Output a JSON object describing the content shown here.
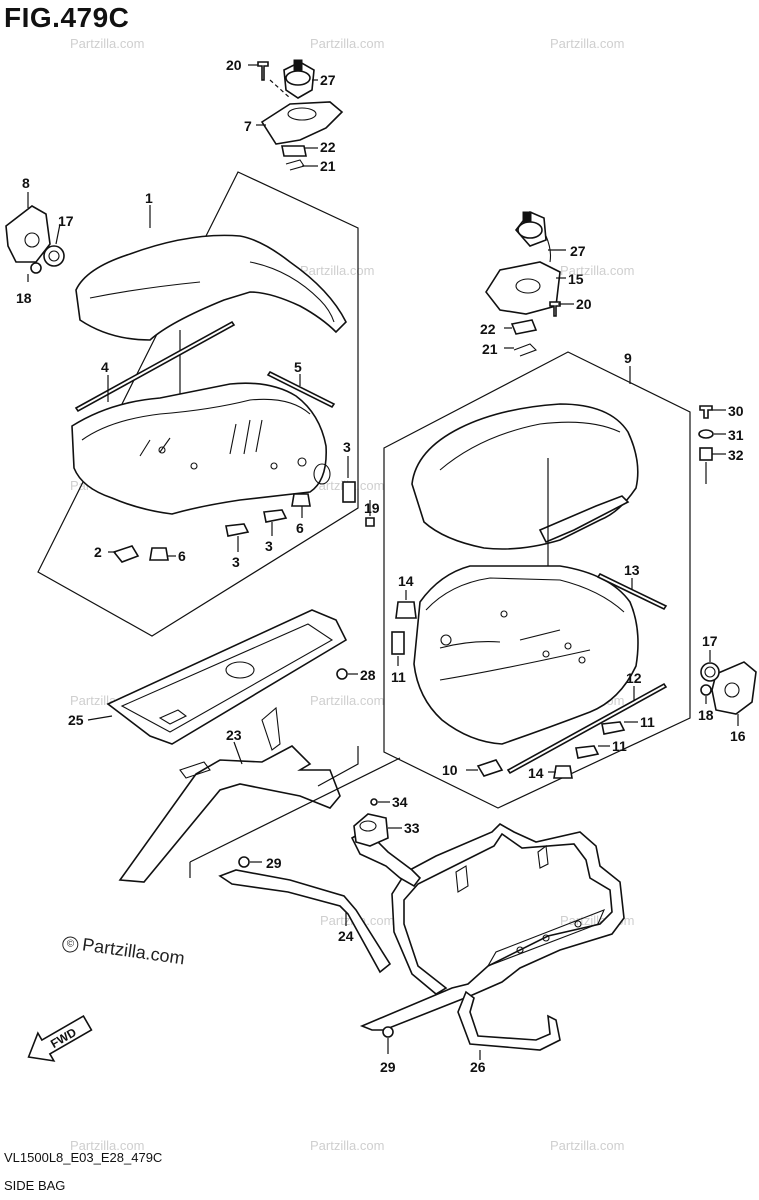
{
  "figure": {
    "title": "FIG.479C",
    "code": "VL1500L8_E03_E28_479C",
    "name": "SIDE BAG"
  },
  "watermark": {
    "text": "Partzilla.com",
    "symbol": "©"
  },
  "fwd_label": "FWD",
  "callouts": {
    "c1": "1",
    "c2": "2",
    "c3a": "3",
    "c3b": "3",
    "c3c": "3",
    "c4": "4",
    "c5": "5",
    "c6a": "6",
    "c6b": "6",
    "c7": "7",
    "c8": "8",
    "c9": "9",
    "c10": "10",
    "c11a": "11",
    "c11b": "11",
    "c11c": "11",
    "c12": "12",
    "c13": "13",
    "c14a": "14",
    "c14b": "14",
    "c15": "15",
    "c16": "16",
    "c17a": "17",
    "c17b": "17",
    "c18a": "18",
    "c18b": "18",
    "c19": "19",
    "c20a": "20",
    "c20b": "20",
    "c21a": "21",
    "c21b": "21",
    "c22a": "22",
    "c22b": "22",
    "c23": "23",
    "c24": "24",
    "c25": "25",
    "c26": "26",
    "c27a": "27",
    "c27b": "27",
    "c28": "28",
    "c29a": "29",
    "c29b": "29",
    "c30": "30",
    "c31": "31",
    "c32": "32",
    "c33": "33",
    "c34": "34"
  }
}
